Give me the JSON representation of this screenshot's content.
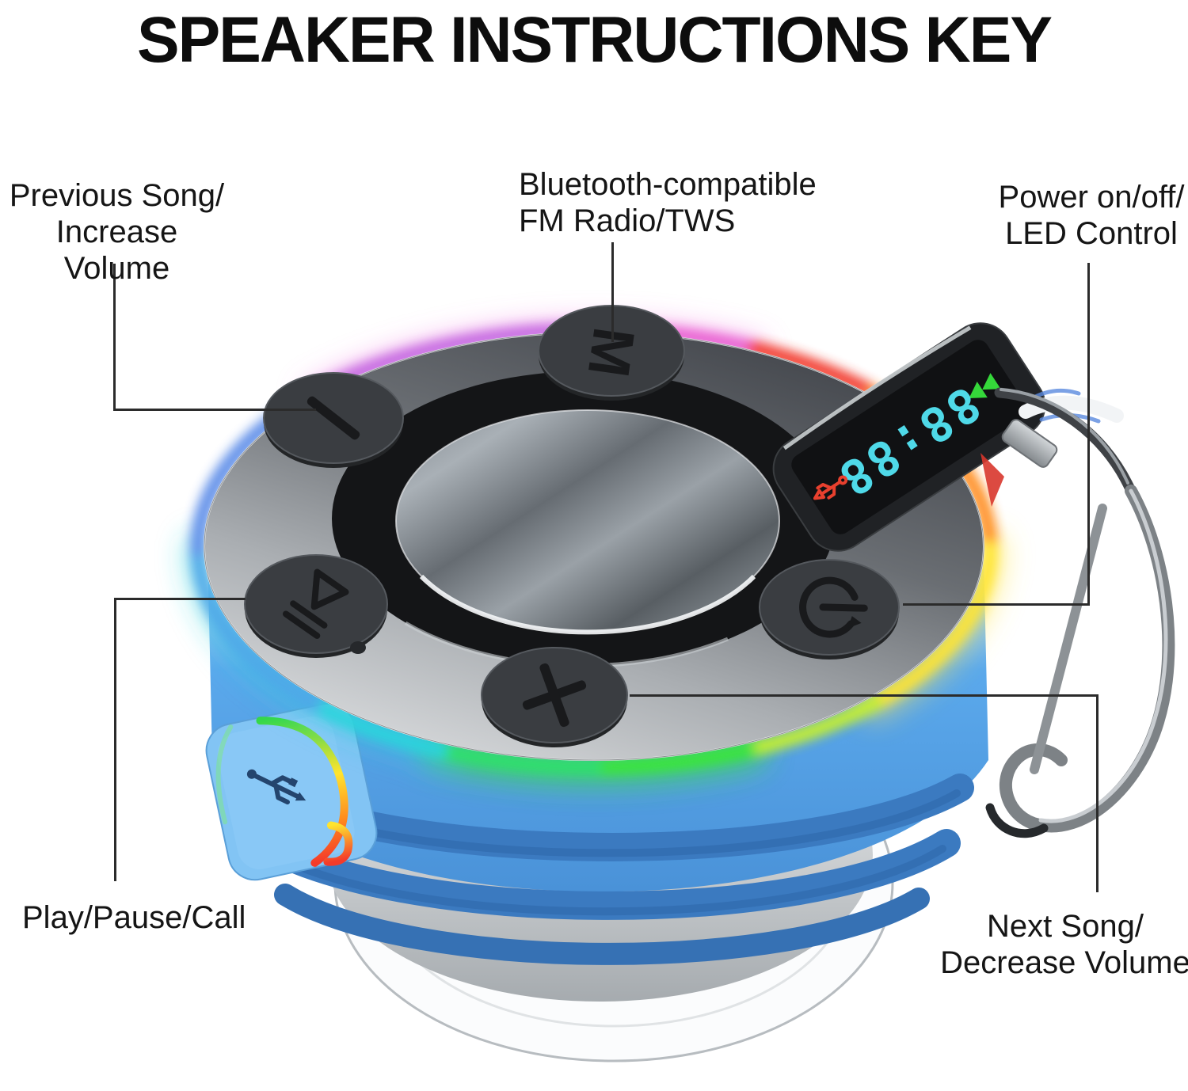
{
  "title": "SPEAKER INSTRUCTIONS KEY",
  "labels": {
    "previous": {
      "line1": "Previous Song/",
      "line2": "Increase Volume"
    },
    "bluetooth": {
      "line1": "Bluetooth-compatible",
      "line2": "FM Radio/TWS"
    },
    "power": {
      "line1": "Power on/off/",
      "line2": "LED Control"
    },
    "play": {
      "text": "Play/Pause/Call"
    },
    "next": {
      "line1": "Next Song/",
      "line2": "Decrease Volume"
    }
  },
  "speaker": {
    "display_value": "88:88",
    "mode_button_glyph": "M",
    "icons": {
      "mode_button": "m-mode-icon",
      "previous_button": "minus-bar-icon",
      "play_pause_button": "play-pause-icon",
      "volume_button": "plus-icon",
      "power_button": "power-symbol-icon",
      "battery_indicator": "battery-level-icon",
      "charging_port": "usb-plug-icon",
      "usb_flap": "usb-port-cover-icon"
    },
    "colors": {
      "body_blue": "#5BA9EC",
      "rib_blue": "#3B7AC0",
      "display_digits_cyan": "#4FD9E8",
      "battery_green": "#35D83A",
      "usb_red": "#E8402E",
      "glow_green": "#3AE63A",
      "glow_teal": "#2CD4DC",
      "glow_cyan": "#4FA8E8",
      "glow_yellow": "#FFE430",
      "glow_orange": "#FF8C1E",
      "glow_red": "#F2372A",
      "glow_magenta": "#E85FD0",
      "glow_blue": "#5B8CE8",
      "glow_purple": "#C468E0",
      "glow_lime": "#C8F12C"
    }
  }
}
